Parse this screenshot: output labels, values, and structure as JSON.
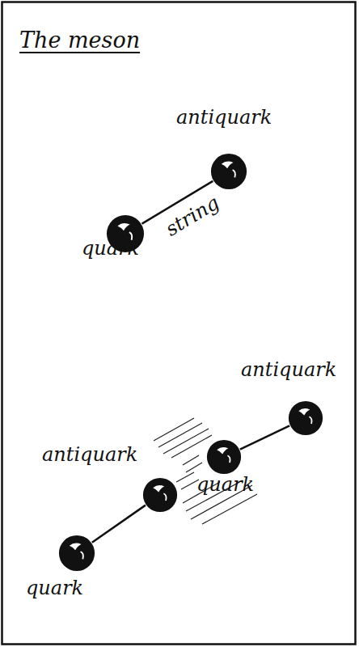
{
  "diagram": {
    "title": "The meson",
    "nodes": [
      {
        "text": [
          "antiquark"
        ]
      },
      {
        "text": [
          "quark"
        ]
      },
      {
        "text": [
          "antiquark"
        ]
      },
      {
        "text": [
          "antiquark"
        ]
      },
      {
        "text": [
          "quark"
        ]
      },
      {
        "text": [
          "quark"
        ]
      }
    ],
    "edges": [
      {
        "from": 1,
        "to": 0,
        "arrow": "none",
        "label": "string"
      },
      {
        "from": 5,
        "to": 3,
        "arrow": "none"
      },
      {
        "from": 4,
        "to": 2,
        "arrow": "none"
      }
    ]
  }
}
